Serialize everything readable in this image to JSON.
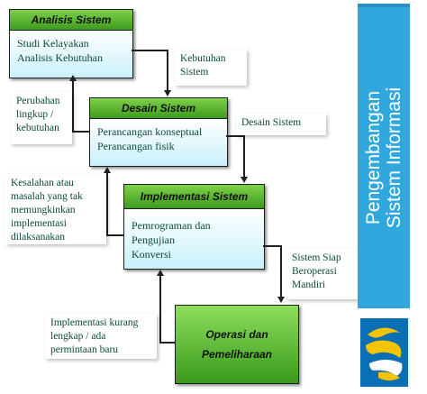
{
  "sidebar": {
    "title_line1": "Pengembangan",
    "title_line2": "Sistem Informasi"
  },
  "stages": [
    {
      "title": "Analisis Sistem",
      "lines": [
        "Studi Kelayakan",
        "Analisis Kebutuhan"
      ]
    },
    {
      "title": "Desain Sistem",
      "lines": [
        "Perancangan konseptual",
        "Perancangan fisik"
      ]
    },
    {
      "title": "Implementasi Sistem",
      "lines": [
        "Pemrograman dan",
        "Pengujian",
        "Konversi"
      ]
    },
    {
      "title_line1": "Operasi dan",
      "title_line2": "Pemeliharaan"
    }
  ],
  "forward_notes": [
    {
      "lines": [
        "Kebutuhan",
        "Sistem"
      ]
    },
    {
      "lines": [
        "Desain Sistem"
      ]
    },
    {
      "lines": [
        "Sistem Siap",
        "Beroperasi",
        "Mandiri"
      ]
    }
  ],
  "feedback_notes": [
    {
      "lines": [
        "Perubahan",
        "lingkup /",
        "kebutuhan"
      ]
    },
    {
      "lines": [
        "Kesalahan atau",
        "masalah yang tak",
        "memungkinkan",
        "implementasi",
        "dilaksanakan"
      ]
    },
    {
      "lines": [
        "Implementasi kurang",
        "lengkap / ada",
        "permintaan baru"
      ]
    }
  ],
  "colors": {
    "header_green": "#5cb832",
    "body_cyan": "#c9f0fb",
    "sidebar_blue": "#31a8dd",
    "text_dark_green": "#0b4a3a"
  }
}
